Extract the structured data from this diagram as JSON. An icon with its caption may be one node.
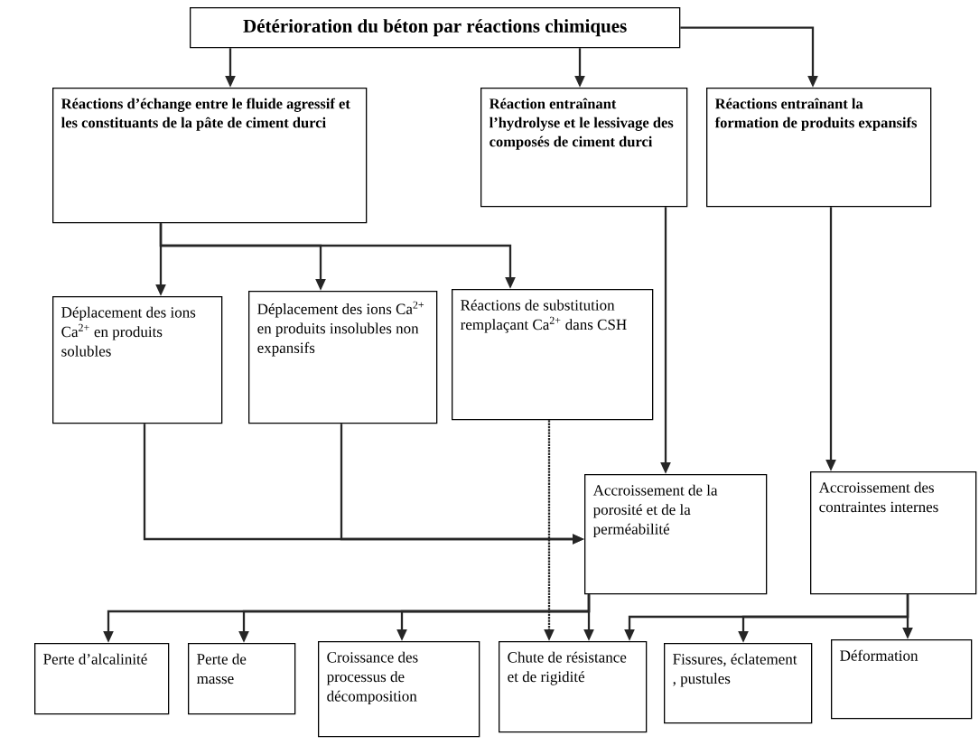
{
  "diagram": {
    "nodes": [
      {
        "text": [
          "Détérioration du béton par réactions chimiques"
        ]
      },
      {
        "text": [
          "Réactions d’échange entre le fluide agressif et les constituants de la pâte de ciment durci"
        ]
      },
      {
        "text": [
          "Réaction entraînant l’hydrolyse et le lessivage des composés de ciment durci"
        ]
      },
      {
        "text": [
          "Réactions entraînant la formation de produits expansifs"
        ]
      },
      {
        "text": [
          "Déplacement des ions Ca$^{2+}$ en produits solubles"
        ]
      },
      {
        "text": [
          "Déplacement des ions Ca$^{2+}$ en produits insolubles non expansifs"
        ]
      },
      {
        "text": [
          "Réactions de substitution remplaçant Ca$^{2+}$ dans CSH"
        ]
      },
      {
        "text": [
          "Accroissement de la porosité et de la perméabilité"
        ]
      },
      {
        "text": [
          "Accroissement des contraintes internes"
        ]
      },
      {
        "text": [
          "Perte d’alcalinité"
        ]
      },
      {
        "text": [
          "Perte de masse"
        ]
      },
      {
        "text": [
          "Croissance des processus de décomposition"
        ]
      },
      {
        "text": [
          "Chute de résistance et de rigidité"
        ]
      },
      {
        "text": [
          "Fissures, éclatement , pustules"
        ]
      },
      {
        "text": [
          "Déformation"
        ]
      }
    ],
    "edges": [
      {
        "from": 0,
        "to": 1,
        "arrow": "to"
      },
      {
        "from": 0,
        "to": 2,
        "arrow": "to"
      },
      {
        "from": 0,
        "to": 3,
        "arrow": "to"
      },
      {
        "from": 1,
        "to": 4,
        "arrow": "to"
      },
      {
        "from": 1,
        "to": 5,
        "arrow": "to"
      },
      {
        "from": 1,
        "to": 6,
        "arrow": "to"
      },
      {
        "from": 4,
        "to": 7,
        "arrow": "to"
      },
      {
        "from": 5,
        "to": 7,
        "arrow": "to"
      },
      {
        "from": 2,
        "to": 7,
        "arrow": "to"
      },
      {
        "from": 3,
        "to": 8,
        "arrow": "to"
      },
      {
        "from": 6,
        "to": 12,
        "arrow": "to",
        "style": "dashed"
      },
      {
        "from": 7,
        "to": 9,
        "arrow": "to"
      },
      {
        "from": 7,
        "to": 10,
        "arrow": "to"
      },
      {
        "from": 7,
        "to": 11,
        "arrow": "to"
      },
      {
        "from": 7,
        "to": 12,
        "arrow": "to"
      },
      {
        "from": 8,
        "to": 12,
        "arrow": "to"
      },
      {
        "from": 8,
        "to": 13,
        "arrow": "to"
      },
      {
        "from": 8,
        "to": 14,
        "arrow": "to"
      }
    ]
  }
}
